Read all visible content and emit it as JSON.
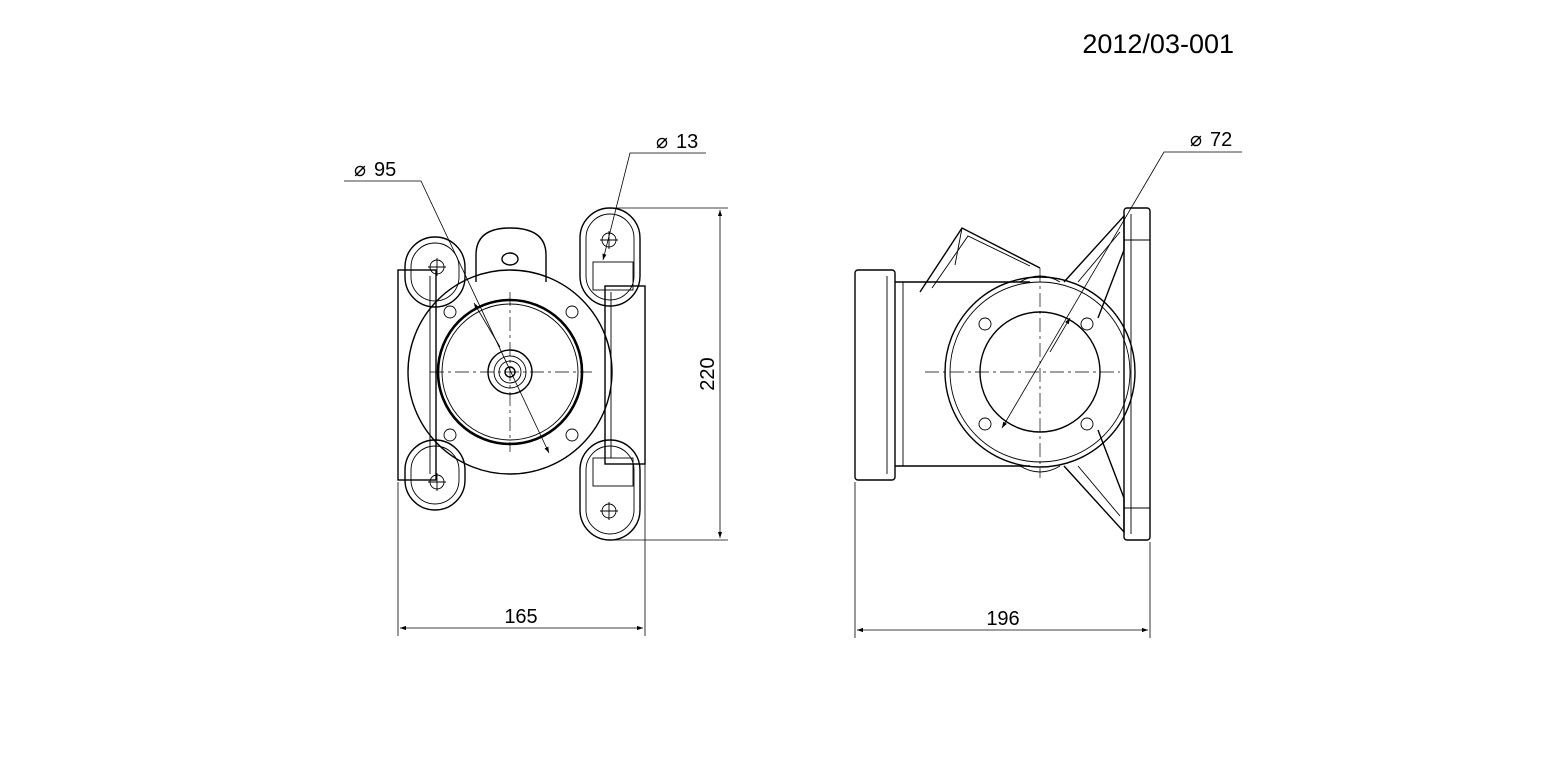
{
  "document_number": "2012/03-001",
  "dimensions": {
    "front_width": "165",
    "front_height": "220",
    "side_width": "196",
    "diameter_95": "95",
    "diameter_13": "13",
    "diameter_72": "72",
    "diameter_symbol": "⌀"
  }
}
